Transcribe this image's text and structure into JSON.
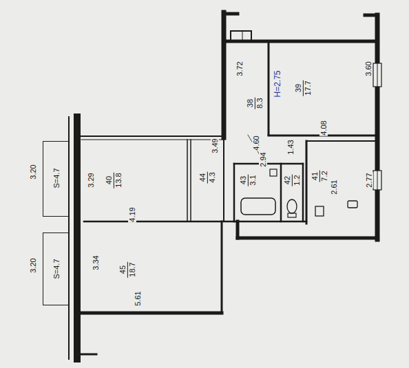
{
  "diagram": {
    "nodes": [
      {
        "text": [
          "39",
          "17.7"
        ]
      },
      {
        "text": [
          "38",
          "8.3"
        ]
      },
      {
        "text": [
          "41",
          "7.2"
        ]
      },
      {
        "text": [
          "44",
          "4.3"
        ]
      },
      {
        "text": [
          "43",
          "3.1"
        ]
      },
      {
        "text": [
          "42",
          "1.2"
        ]
      },
      {
        "text": [
          "40",
          "13.8"
        ]
      },
      {
        "text": [
          "45",
          "18.7"
        ]
      },
      {
        "text": [
          "S=4.7"
        ]
      },
      {
        "text": [
          "S=4.7"
        ]
      }
    ],
    "labels": [
      "3.72",
      "H=2.75",
      "3.60",
      "4.08",
      "4.60",
      "1.43",
      "3.49",
      "2.94",
      "2.61",
      "2.77",
      "3.29",
      "4.19",
      "3.20",
      "3.34",
      "5.61",
      "3.20"
    ]
  }
}
